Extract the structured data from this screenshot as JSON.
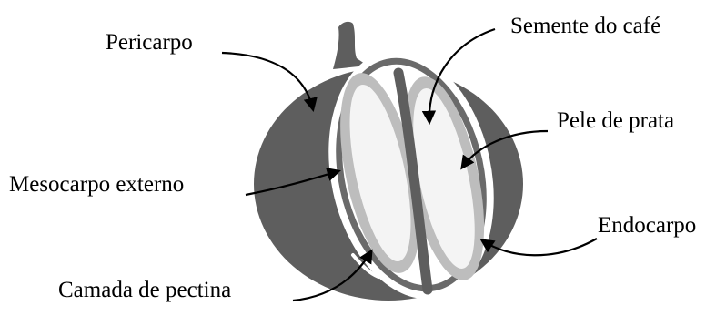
{
  "diagram": {
    "labels": {
      "pericarpo": "Pericarpo",
      "semente": "Semente do café",
      "pele_prata": "Pele de prata",
      "mesocarpo": "Mesocarpo externo",
      "endocarpo": "Endocarpo",
      "pectina": "Camada de pectina"
    },
    "colors": {
      "pericarp": "#5e5e5e",
      "mesocarp_layer": "#ffffff",
      "endocarp_ring": "#6a6a6a",
      "silver_skin": "#bdbdbd",
      "seed": "#f4f4f4",
      "arrow": "#000000"
    }
  }
}
